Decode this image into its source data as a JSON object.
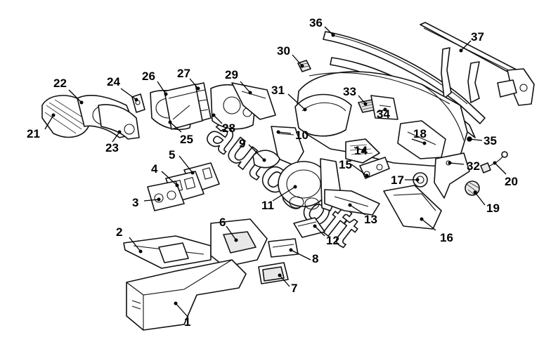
{
  "diagram": {
    "watermark": "autosoft",
    "colors": {
      "line": "#111111",
      "fill": "#ffffff",
      "shade": "#e8e8e8"
    },
    "parts": [
      {
        "id": "1",
        "label": "1"
      },
      {
        "id": "2",
        "label": "2"
      },
      {
        "id": "3",
        "label": "3"
      },
      {
        "id": "4",
        "label": "4"
      },
      {
        "id": "5",
        "label": "5"
      },
      {
        "id": "6",
        "label": "6"
      },
      {
        "id": "7",
        "label": "7"
      },
      {
        "id": "8",
        "label": "8"
      },
      {
        "id": "9",
        "label": "9"
      },
      {
        "id": "10",
        "label": "10"
      },
      {
        "id": "11",
        "label": "11"
      },
      {
        "id": "12",
        "label": "12"
      },
      {
        "id": "13",
        "label": "13"
      },
      {
        "id": "14",
        "label": "14"
      },
      {
        "id": "15",
        "label": "15"
      },
      {
        "id": "16",
        "label": "16"
      },
      {
        "id": "17",
        "label": "17"
      },
      {
        "id": "18",
        "label": "18"
      },
      {
        "id": "19",
        "label": "19"
      },
      {
        "id": "20",
        "label": "20"
      },
      {
        "id": "21",
        "label": "21"
      },
      {
        "id": "22",
        "label": "22"
      },
      {
        "id": "23",
        "label": "23"
      },
      {
        "id": "24",
        "label": "24"
      },
      {
        "id": "25",
        "label": "25"
      },
      {
        "id": "26",
        "label": "26"
      },
      {
        "id": "27",
        "label": "27"
      },
      {
        "id": "28",
        "label": "28"
      },
      {
        "id": "29",
        "label": "29"
      },
      {
        "id": "30",
        "label": "30"
      },
      {
        "id": "31",
        "label": "31"
      },
      {
        "id": "32",
        "label": "32"
      },
      {
        "id": "33",
        "label": "33"
      },
      {
        "id": "34",
        "label": "34"
      },
      {
        "id": "35",
        "label": "35"
      },
      {
        "id": "36",
        "label": "36"
      },
      {
        "id": "37",
        "label": "37"
      }
    ]
  }
}
